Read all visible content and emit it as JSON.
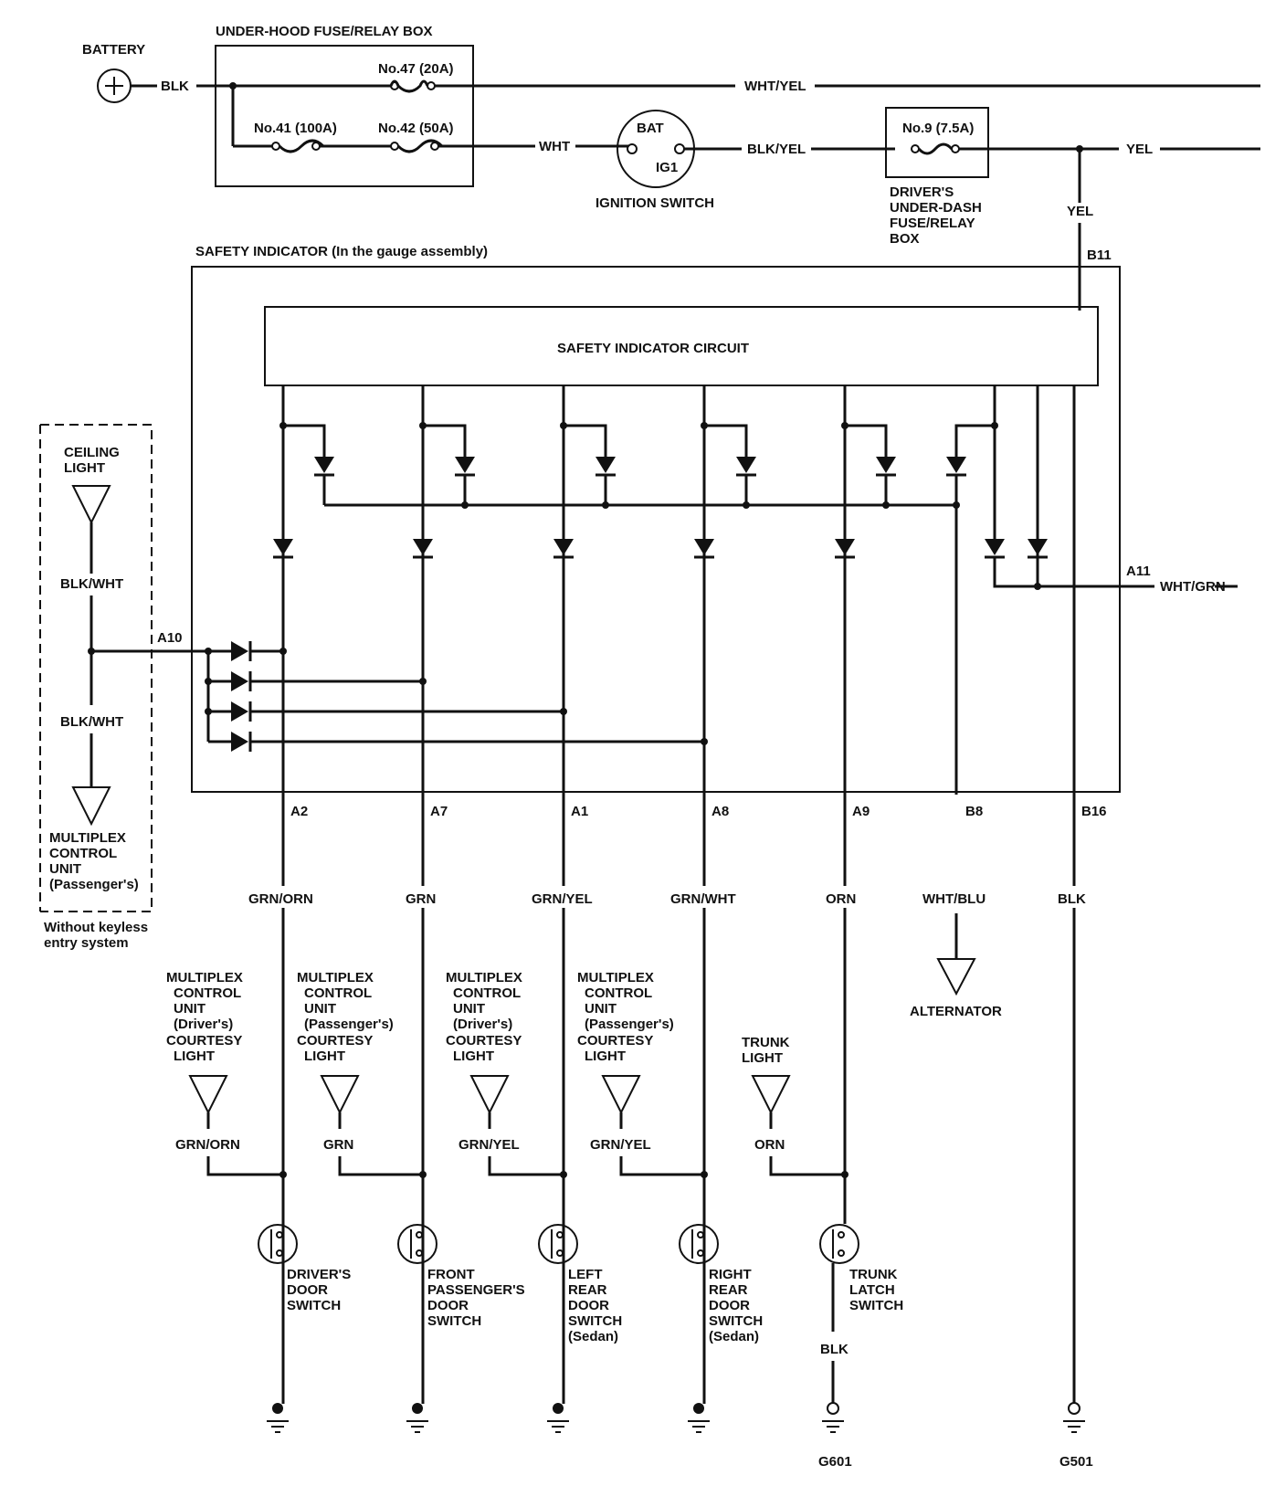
{
  "battery": {
    "label": "BATTERY",
    "wire": "BLK"
  },
  "underhood": {
    "title": "UNDER-HOOD FUSE/RELAY BOX",
    "fuse47": "No.47 (20A)",
    "fuse41": "No.41 (100A)",
    "fuse42": "No.42 (50A)"
  },
  "wires": {
    "wht_yel": "WHT/YEL",
    "wht": "WHT",
    "blk_yel": "BLK/YEL",
    "yel": "YEL",
    "yel2": "YEL",
    "wht_grn": "WHT/GRN"
  },
  "ignition": {
    "bat": "BAT",
    "ig1": "IG1",
    "label": "IGNITION SWITCH"
  },
  "driver_box": {
    "fuse9": "No.9 (7.5A)",
    "line1": "DRIVER'S",
    "line2": "UNDER-DASH",
    "line3": "FUSE/RELAY",
    "line4": "BOX"
  },
  "safety": {
    "title": "SAFETY INDICATOR (In the gauge assembly)",
    "circuit": "SAFETY INDICATOR CIRCUIT",
    "b11": "B11",
    "a11": "A11",
    "a10": "A10"
  },
  "ceiling": {
    "line1": "CEILING",
    "line2": "LIGHT",
    "wire1": "BLK/WHT",
    "wire2": "BLK/WHT",
    "mcu1": "MULTIPLEX",
    "mcu2": "CONTROL",
    "mcu3": "UNIT",
    "mcu4": "(Passenger's)",
    "note1": "Without keyless",
    "note2": "entry system"
  },
  "terminals": {
    "a2": "A2",
    "a7": "A7",
    "a1": "A1",
    "a8": "A8",
    "a9": "A9",
    "b8": "B8",
    "b16": "B16"
  },
  "lower_wires": {
    "a2": "GRN/ORN",
    "a7": "GRN",
    "a1": "GRN/YEL",
    "a8": "GRN/WHT",
    "a9": "ORN",
    "b8": "WHT/BLU",
    "b16": "BLK"
  },
  "alternator": "ALTERNATOR",
  "loads": {
    "l1": {
      "a": "MULTIPLEX",
      "b": "CONTROL",
      "c": "UNIT",
      "d": "(Driver's)",
      "e": "COURTESY",
      "f": "LIGHT",
      "wire": "GRN/ORN"
    },
    "l2": {
      "a": "MULTIPLEX",
      "b": "CONTROL",
      "c": "UNIT",
      "d": "(Passenger's)",
      "e": "COURTESY",
      "f": "LIGHT",
      "wire": "GRN"
    },
    "l3": {
      "a": "MULTIPLEX",
      "b": "CONTROL",
      "c": "UNIT",
      "d": "(Driver's)",
      "e": "COURTESY",
      "f": "LIGHT",
      "wire": "GRN/YEL"
    },
    "l4": {
      "a": "MULTIPLEX",
      "b": "CONTROL",
      "c": "UNIT",
      "d": "(Passenger's)",
      "e": "COURTESY",
      "f": "LIGHT",
      "wire": "GRN/YEL"
    },
    "l5": {
      "a": "TRUNK",
      "b": "LIGHT",
      "wire": "ORN"
    }
  },
  "switches": {
    "s1": {
      "a": "DRIVER'S",
      "b": "DOOR",
      "c": "SWITCH"
    },
    "s2": {
      "a": "FRONT",
      "b": "PASSENGER'S",
      "c": "DOOR",
      "d": "SWITCH"
    },
    "s3": {
      "a": "LEFT",
      "b": "REAR",
      "c": "DOOR",
      "d": "SWITCH",
      "e": "(Sedan)"
    },
    "s4": {
      "a": "RIGHT",
      "b": "REAR",
      "c": "DOOR",
      "d": "SWITCH",
      "e": "(Sedan)"
    },
    "s5": {
      "a": "TRUNK",
      "b": "LATCH",
      "c": "SWITCH"
    }
  },
  "trunk_ground_wire": "BLK",
  "grounds": {
    "g601": "G601",
    "g501": "G501"
  }
}
